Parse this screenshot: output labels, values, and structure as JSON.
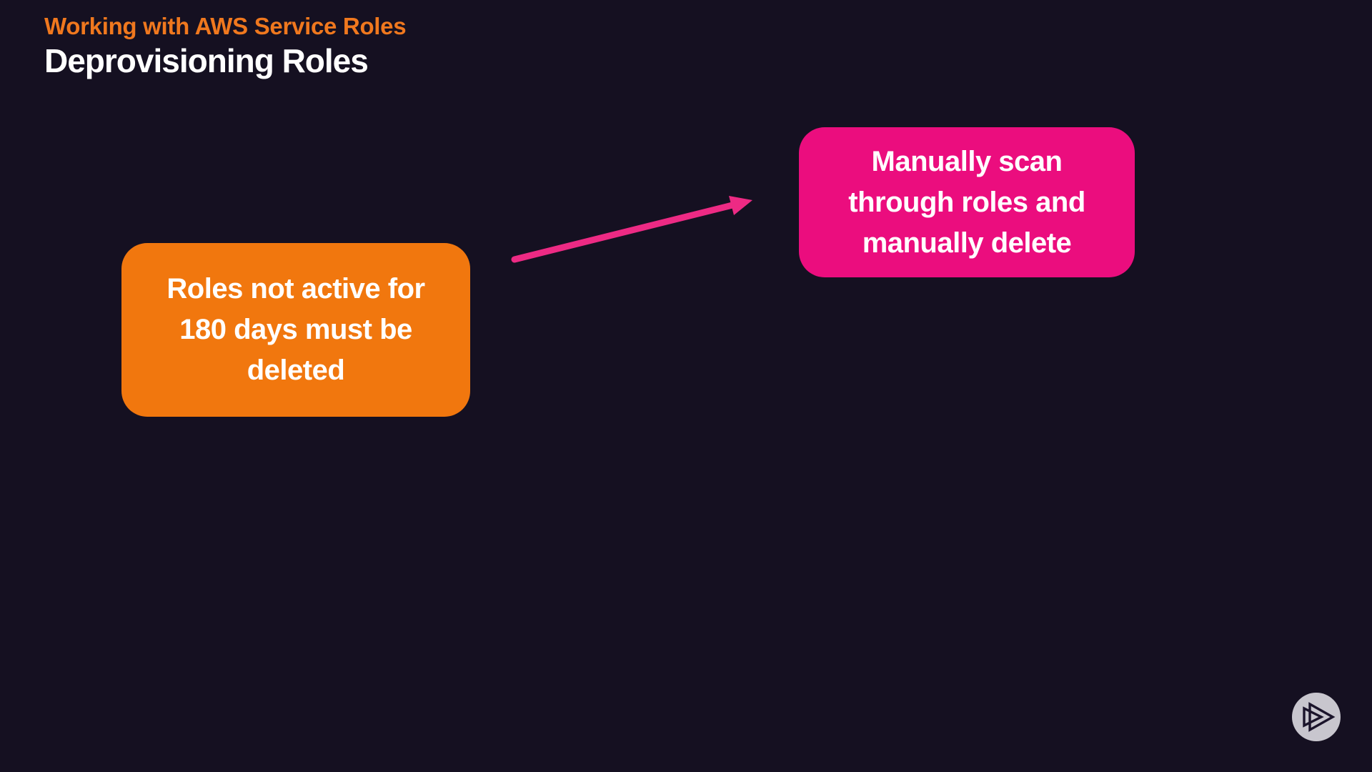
{
  "slide": {
    "eyebrow": "Working with AWS Service Roles",
    "title": "Deprovisioning Roles"
  },
  "diagram": {
    "orange_box": {
      "lines": [
        "Roles not active for",
        "180 days must be",
        "deleted"
      ],
      "color": "#F1770E"
    },
    "pink_box": {
      "lines": [
        "Manually scan",
        "through roles and",
        "manually delete"
      ],
      "color": "#EB0D7E"
    },
    "arrow": {
      "color": "#ED2A84",
      "direction": "from orange box up-right to pink box"
    }
  },
  "branding": {
    "logo": "pluralsight-logo",
    "circle_color": "#C8C6CE",
    "glyph_color": "#1B142B"
  },
  "colors": {
    "background": "#151021",
    "eyebrow_text": "#F0781E",
    "title_text": "#FFFFFF",
    "box_text": "#FFFFFF"
  }
}
